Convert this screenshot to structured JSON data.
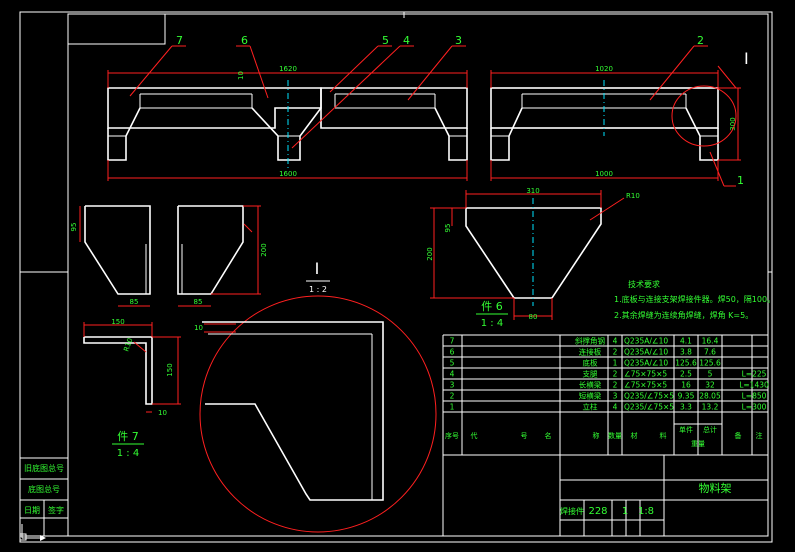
{
  "balloons": [
    "7",
    "6",
    "5",
    "4",
    "3",
    "2",
    "1"
  ],
  "detail": {
    "mark": "I",
    "scale": "1 : 2"
  },
  "dims": {
    "left_top": "1620",
    "left_bottom": "1600",
    "left_small": "10",
    "right_top": "1020",
    "right_bottom": "1000",
    "right_h": "300",
    "plate_l_h": "95",
    "plate_l_w": "85",
    "plate_r_h": "200",
    "plate_r_w": "85",
    "part6_top": "310",
    "part6_h1": "95",
    "part6_h2": "200",
    "part6_bot": "80",
    "part6_r": "R10",
    "angle_w": "150",
    "angle_h": "150",
    "angle_t": "10",
    "angle_t2": "10",
    "angle_r": "R10"
  },
  "part6_label": {
    "name": "件 6",
    "scale": "1 : 4"
  },
  "part7_label": {
    "name": "件 7",
    "scale": "1 : 4"
  },
  "notes": {
    "title": "技术要求",
    "line1": "1.底板与连接支架焊接件器。焊50，隔100。",
    "line2": "2.其余焊缝为连续角焊缝，焊角 K=5。"
  },
  "bom": {
    "rows": [
      {
        "no": "7",
        "name": "斜撑角钢",
        "qty": "4",
        "material": "Q235A/∠10",
        "unit": "4.1",
        "total": "16.4",
        "note": ""
      },
      {
        "no": "6",
        "name": "连接板",
        "qty": "2",
        "material": "Q235A/∠10",
        "unit": "3.8",
        "total": "7.6",
        "note": ""
      },
      {
        "no": "5",
        "name": "底板",
        "qty": "1",
        "material": "Q235A/∠10",
        "unit": "125.6",
        "total": "125.6",
        "note": ""
      },
      {
        "no": "4",
        "name": "支腿",
        "qty": "2",
        "material": "∠75×75×5",
        "unit": "2.5",
        "total": "5",
        "note": "L=225"
      },
      {
        "no": "3",
        "name": "长横梁",
        "qty": "2",
        "material": "∠75×75×5",
        "unit": "16",
        "total": "32",
        "note": "L=1430"
      },
      {
        "no": "2",
        "name": "短横梁",
        "qty": "3",
        "material": "Q235/∠75×5",
        "unit": "9.35",
        "total": "28.05",
        "note": "L=850"
      },
      {
        "no": "1",
        "name": "立柱",
        "qty": "4",
        "material": "Q235/∠75×5",
        "unit": "3.3",
        "total": "13.2",
        "note": "L=300"
      }
    ],
    "headers": {
      "no": "序号",
      "code": "代",
      "code2": "号",
      "name": "名",
      "name2": "称",
      "qty": "数量",
      "material": "材",
      "material2": "料",
      "unit": "单件",
      "total": "总计",
      "weight": "重量",
      "note": "备",
      "note2": "注"
    }
  },
  "title_block": {
    "drawing_title": "物料架",
    "code_label": "焊接件",
    "weight": "228",
    "sheets": "1",
    "scale": "1:8"
  },
  "side_table": {
    "row1": "旧底图总号",
    "row2": "底图总号",
    "row3a": "日期",
    "row3b": "签字"
  }
}
